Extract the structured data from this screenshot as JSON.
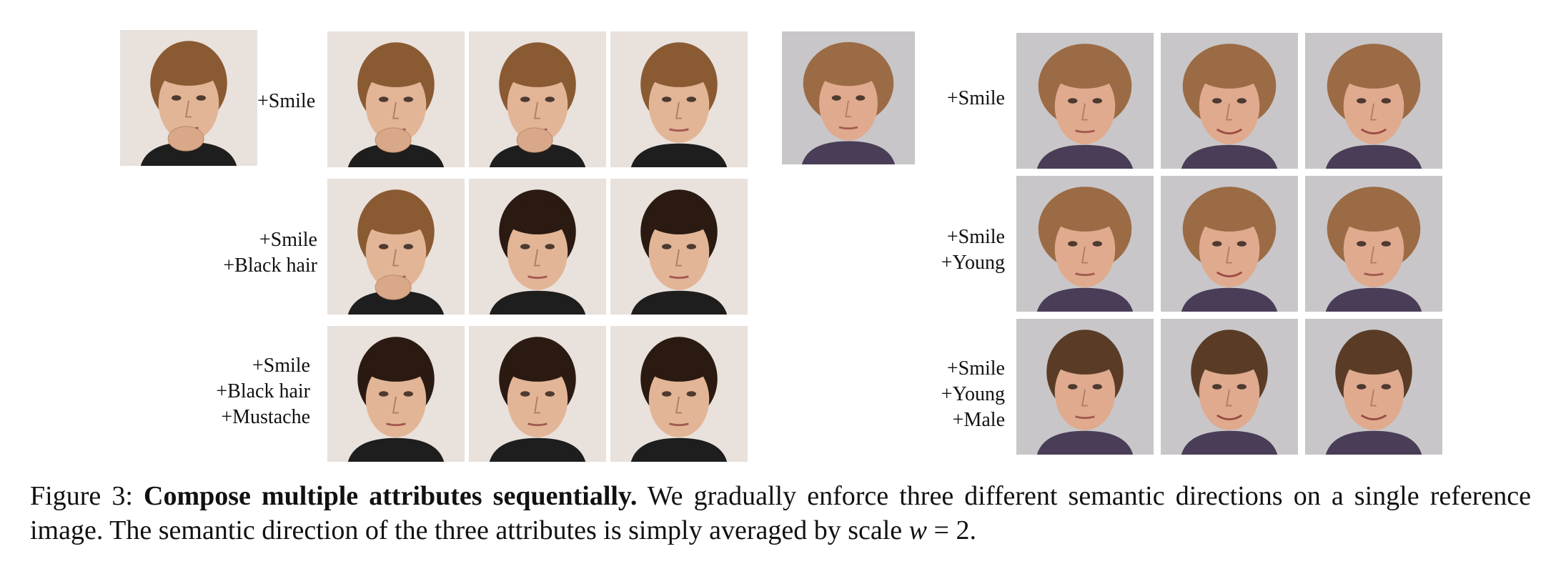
{
  "left_panel": {
    "labels": [
      [
        "+Smile"
      ],
      [
        "+Smile",
        "+Black hair"
      ],
      [
        "+Smile",
        "+Black hair",
        "+Mustache"
      ]
    ],
    "colors": {
      "skin": "#e2b596",
      "hair": "#8a5a32",
      "dark_hair": "#2a1a12",
      "shirt": "#1e1e1e",
      "background": "#e9e1dc"
    }
  },
  "right_panel": {
    "labels": [
      [
        "+Smile"
      ],
      [
        "+Smile",
        "+Young"
      ],
      [
        "+Smile",
        "+Young",
        "+Male"
      ]
    ],
    "colors": {
      "skin": "#e0aa8e",
      "hair": "#9b6b45",
      "dark_hair": "#5a3c26",
      "shirt": "#4a3d57",
      "background": "#c8c6c8"
    }
  },
  "caption": {
    "prefix": "Figure 3: ",
    "title": "Compose multiple attributes sequentially.",
    "body": " We gradually enforce three different semantic directions on a single reference image. The semantic direction of the three attributes is simply averaged by scale ",
    "var": "w",
    "eq": " = 2."
  }
}
